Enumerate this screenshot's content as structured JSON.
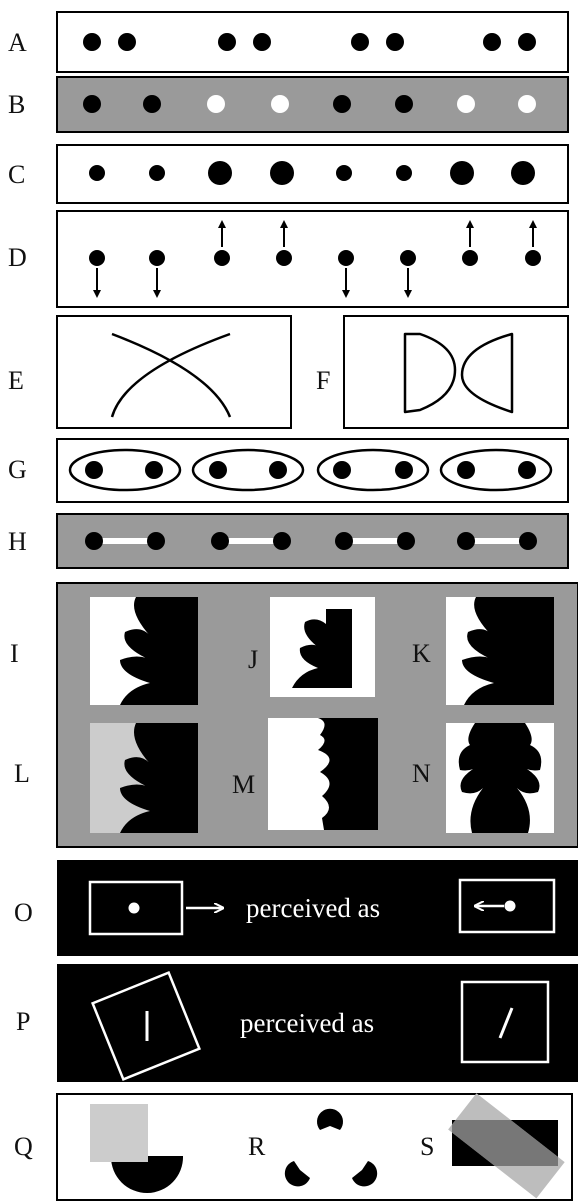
{
  "panels": {
    "A": {
      "label": "A"
    },
    "B": {
      "label": "B",
      "background": "#9a9a9a"
    },
    "C": {
      "label": "C"
    },
    "D": {
      "label": "D"
    },
    "E": {
      "label": "E"
    },
    "F": {
      "label": "F"
    },
    "G": {
      "label": "G"
    },
    "H": {
      "label": "H",
      "background": "#9a9a9a"
    },
    "I": {
      "label": "I"
    },
    "J": {
      "label": "J"
    },
    "K": {
      "label": "K"
    },
    "L": {
      "label": "L"
    },
    "M": {
      "label": "M"
    },
    "N": {
      "label": "N"
    },
    "O": {
      "label": "O",
      "caption": "perceived as"
    },
    "P": {
      "label": "P",
      "caption": "perceived as"
    },
    "Q": {
      "label": "Q"
    },
    "R": {
      "label": "R"
    },
    "S": {
      "label": "S"
    }
  },
  "colors": {
    "black": "#000000",
    "white": "#ffffff",
    "gray_panel": "#9a9a9a",
    "light_gray": "#cccccc",
    "mid_gray": "#777777",
    "stripe_gray": "#bdbdbd"
  }
}
